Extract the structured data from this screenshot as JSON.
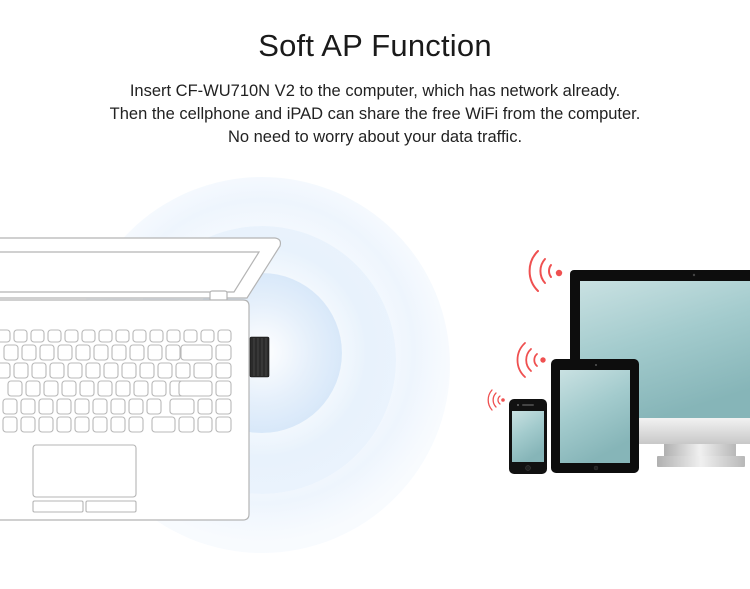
{
  "header": {
    "title": "Soft AP Function",
    "description": [
      "Insert CF-WU710N V2 to the computer, which has network already.",
      "Then the cellphone and iPAD can share the free WiFi from the computer.",
      "No need to worry about your data traffic."
    ]
  },
  "illustration": {
    "source_device": "laptop-with-usb-wifi-adapter",
    "adapter": "CF-WU710N V2",
    "client_devices": [
      "desktop-monitor",
      "tablet",
      "smartphone"
    ],
    "colors": {
      "wave_blue": "#dcecfb",
      "signal_red": "#ef4f4f",
      "screen_teal": "#8fbcc0",
      "outline_gray": "#b4b4b4",
      "adapter_black": "#2a2a2a"
    }
  }
}
